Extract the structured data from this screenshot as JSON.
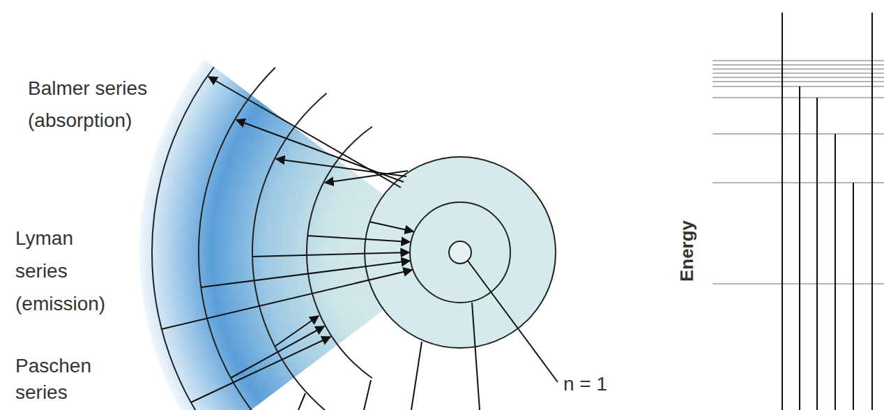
{
  "diagram": {
    "labels": [
      "Balmer series (absorption)",
      "Lyman series (emission)",
      "Paschen series",
      "n = 1",
      "Energy"
    ]
  }
}
